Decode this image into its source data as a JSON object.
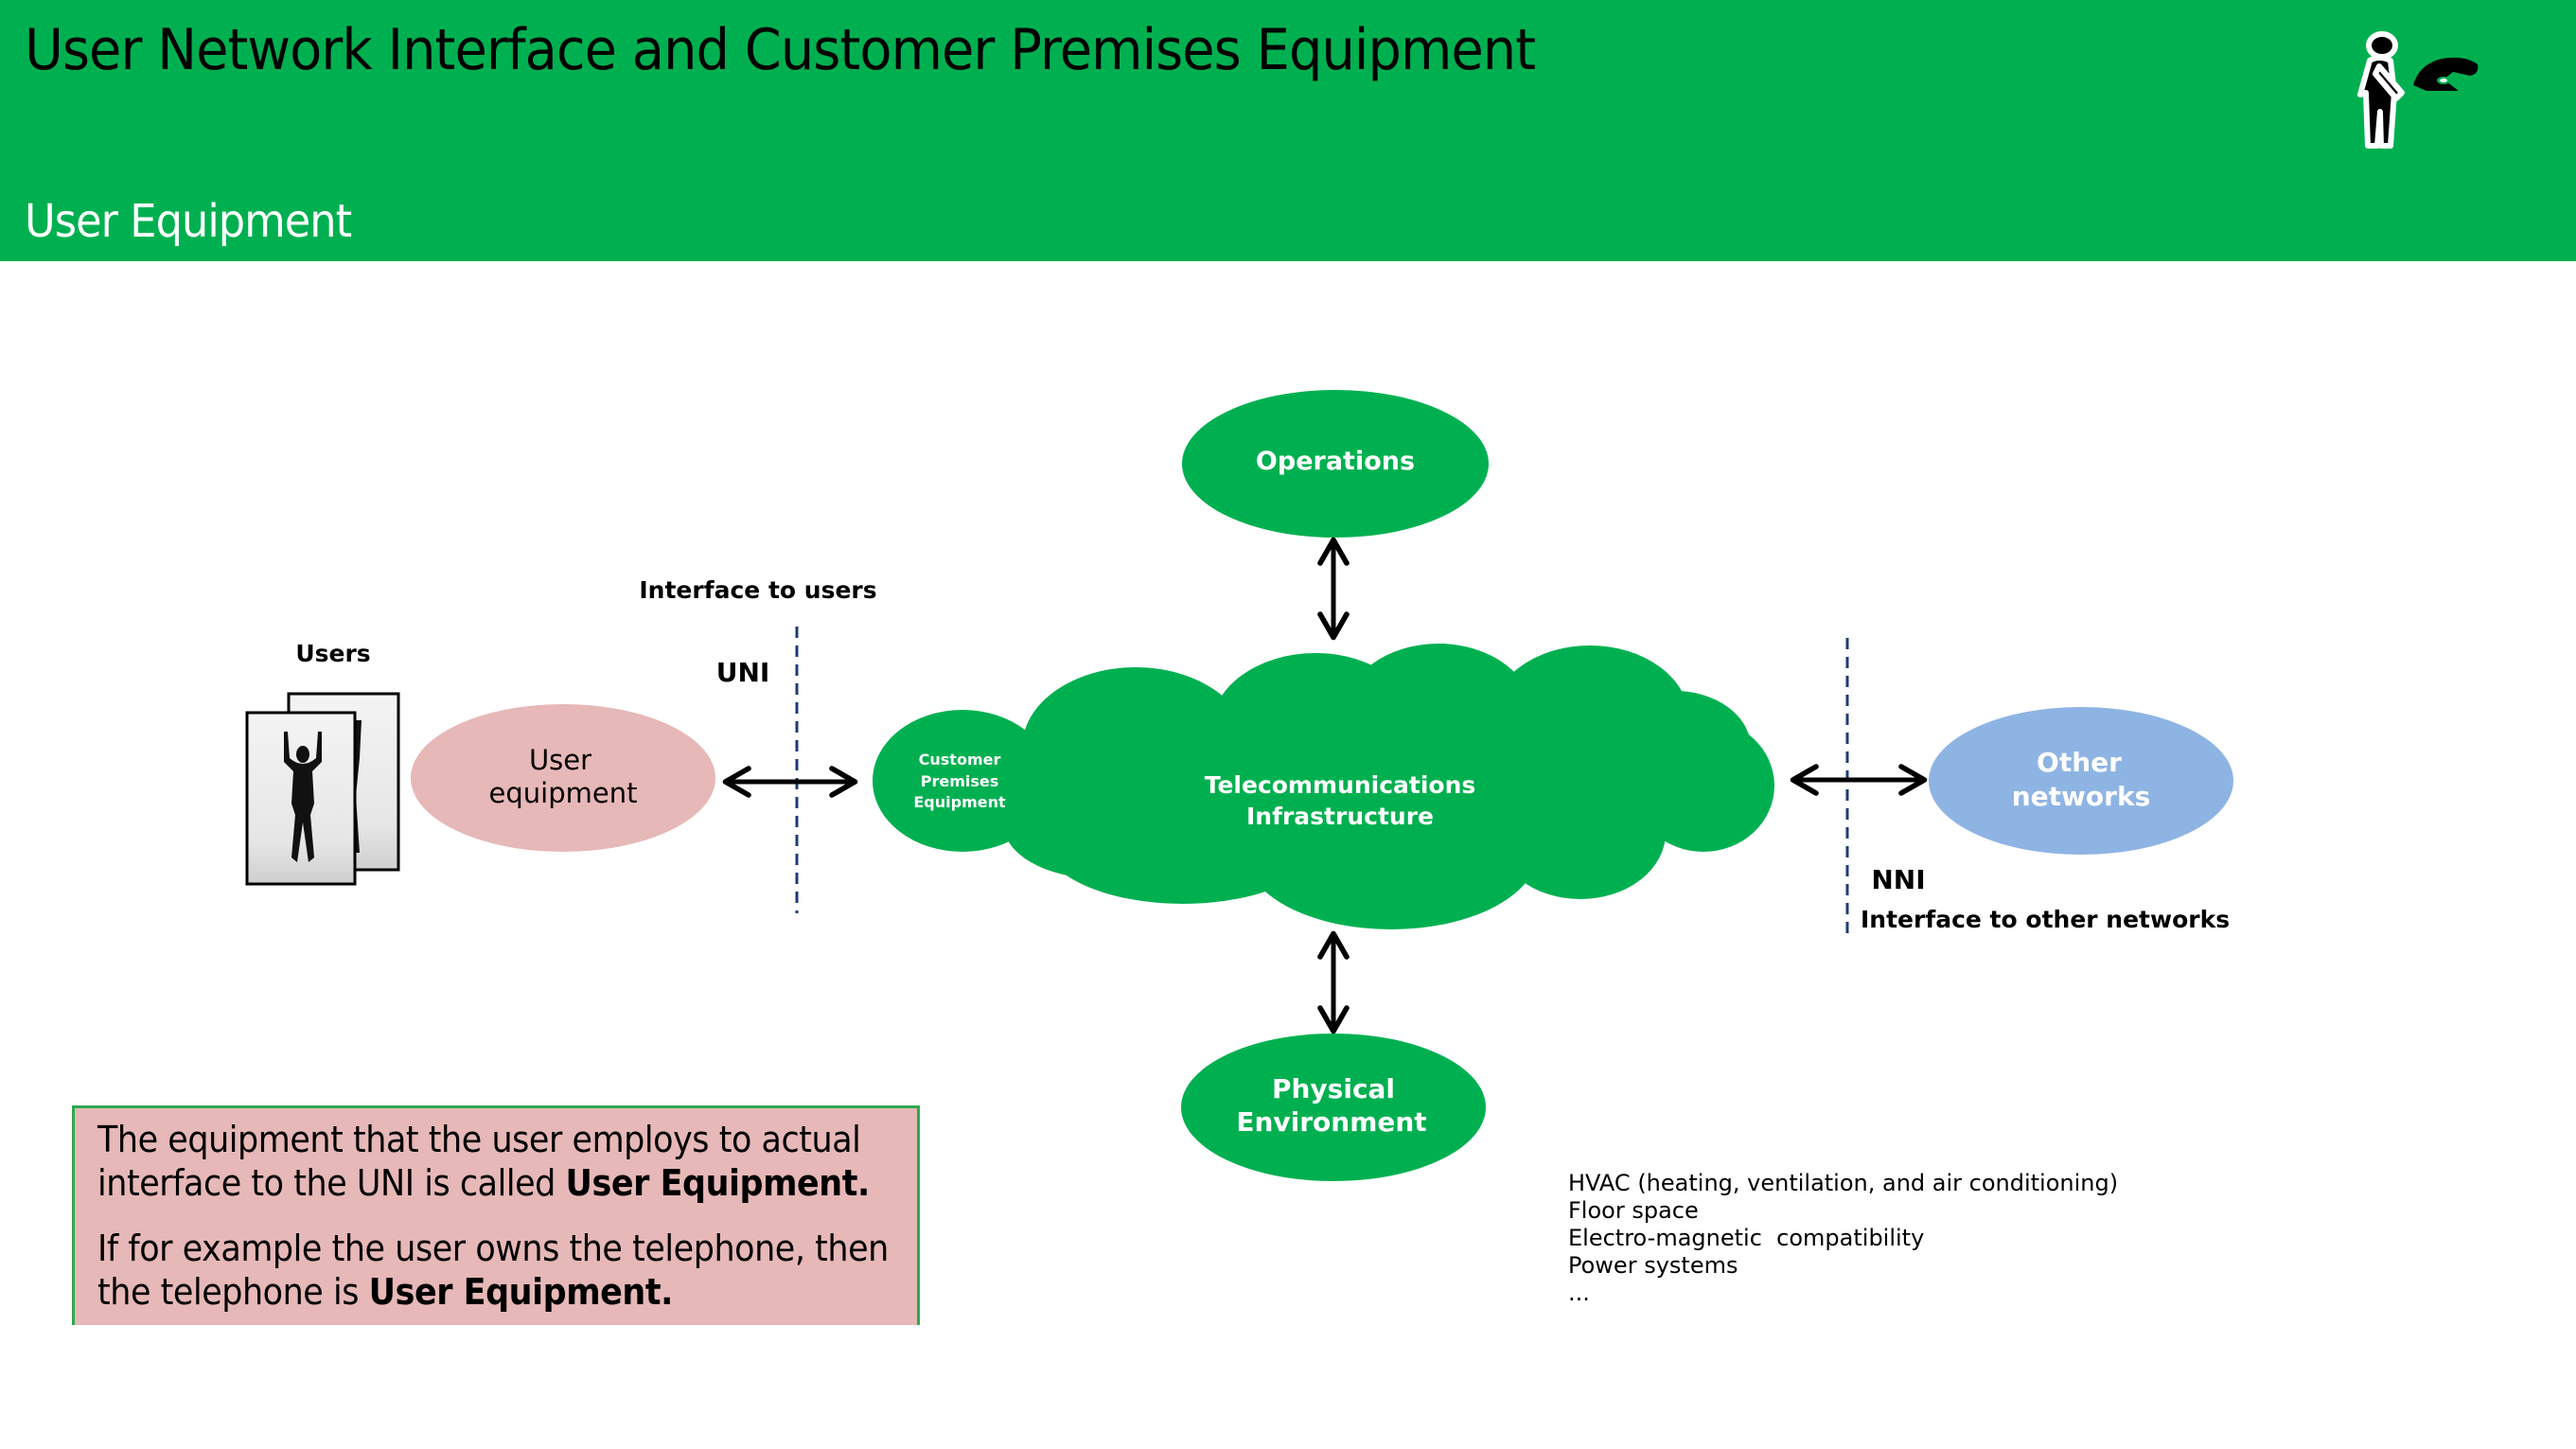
{
  "header": {
    "title": "User Network Interface and Customer Premises Equipment",
    "subtitle": "User Equipment",
    "logo_icon": "person-with-telephone-icon"
  },
  "colors": {
    "header_green": "#00b050",
    "node_green": "#00b050",
    "user_equipment_pink": "#e6b8b7",
    "other_networks_blue": "#8eb4e3",
    "interface_line_blue": "#1f3b73",
    "note_border_green": "#2ea84f"
  },
  "diagram": {
    "users_label": "Users",
    "users_image_icon": "users-silhouette-photos-icon",
    "user_equipment": "User\nequipment",
    "user_equipment_lines": [
      "User",
      "equipment"
    ],
    "uni": {
      "heading": "Interface to users",
      "abbr": "UNI"
    },
    "cpe_lines": [
      "Customer",
      "Premises",
      "Equipment"
    ],
    "infrastructure_lines": [
      "Telecommunications",
      "Infrastructure"
    ],
    "operations": "Operations",
    "physical_environment_lines": [
      "Physical",
      "Environment"
    ],
    "other_networks_lines": [
      "Other",
      "networks"
    ],
    "nni": {
      "abbr": "NNI",
      "heading": "Interface to other networks"
    }
  },
  "note": {
    "paragraph1": {
      "line1": "The equipment that the user employs to actual",
      "line2_plain": "interface to the UNI is called ",
      "line2_bold": "User Equipment."
    },
    "paragraph2": {
      "line1": "If for example the user owns the telephone, then",
      "line2_plain": "the telephone is ",
      "line2_bold": "User Equipment."
    }
  },
  "physical_environment_items": [
    "HVAC (heating, ventilation, and air conditioning)",
    "Floor space",
    "Electro-magnetic  compatibility",
    "Power systems",
    "..."
  ]
}
